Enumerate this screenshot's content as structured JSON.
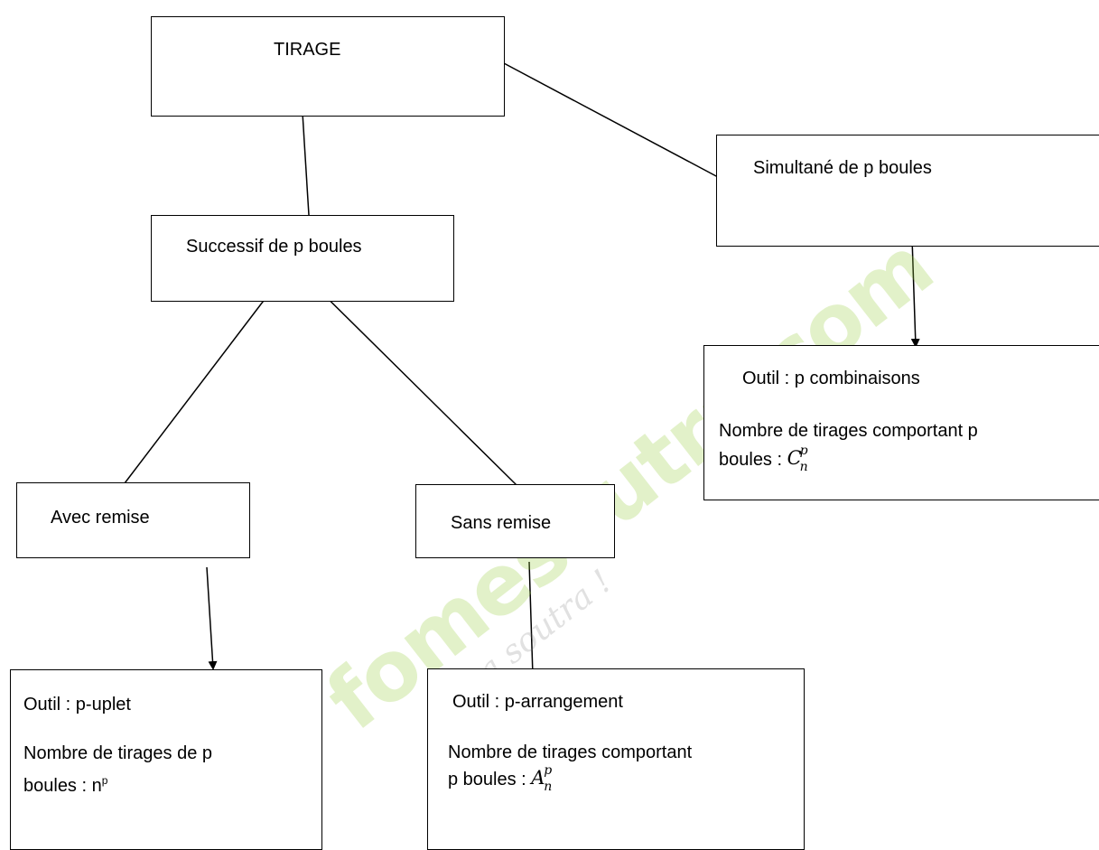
{
  "diagram": {
    "root": {
      "label": "TIRAGE"
    },
    "simultaneous": {
      "label": "Simultané de p boules"
    },
    "successive": {
      "label": "Successif de p boules"
    },
    "with_replacement": {
      "label": "Avec remise"
    },
    "without_replacement": {
      "label": "Sans remise"
    },
    "result_combination": {
      "tool": "Outil : p combinaisons",
      "count_line1": "Nombre de tirages comportant p",
      "count_line2": "boules : ",
      "symbol": {
        "base": "C",
        "sup": "p",
        "sub": "n"
      }
    },
    "result_uplet": {
      "tool": "Outil : p-uplet",
      "count_line1": "Nombre de tirages de p",
      "count_line2": "boules : n",
      "sup": "p"
    },
    "result_arrangement": {
      "tool": "Outil : p-arrangement",
      "count_line1": "Nombre de tirages comportant",
      "count_line2": "p boules : ",
      "symbol": {
        "base": "A",
        "sup": "p",
        "sub": "n"
      }
    }
  },
  "watermark": {
    "main": "fomesoutra.com",
    "sub": "ça soutra !"
  },
  "colors": {
    "line": "#000000",
    "watermark": "#96cd3c"
  }
}
